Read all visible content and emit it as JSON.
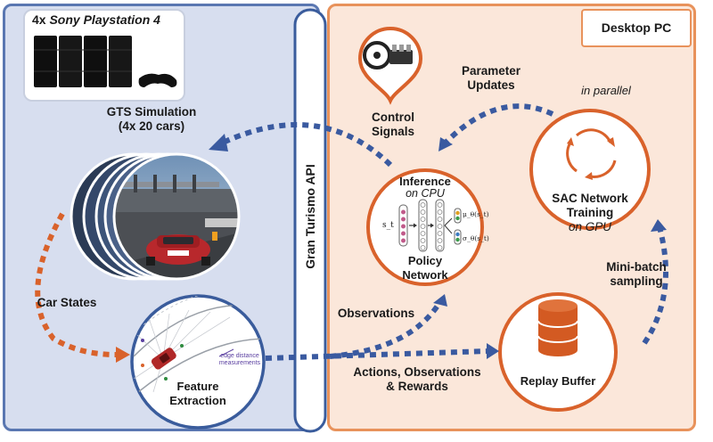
{
  "left_panel": {
    "ps_title_prefix": "4x ",
    "ps_title_italic": "Sony Playstation 4",
    "gts_line1": "GTS Simulation",
    "gts_line2": "(4x 20 cars)",
    "car_states": "Car States",
    "feature_line1": "Feature",
    "feature_line2": "Extraction",
    "edge_line1": "edge distance",
    "edge_line2": "measurements"
  },
  "api": {
    "label": "Gran Turismo API"
  },
  "right_panel": {
    "desktop_label": "Desktop PC",
    "control_line1": "Control",
    "control_line2": "Signals",
    "param_line1": "Parameter",
    "param_line2": "Updates",
    "in_parallel": "in parallel",
    "inference_title": "Inference",
    "inference_sub": "on CPU",
    "policy_line1": "Policy",
    "policy_line2": "Network",
    "sac_line1": "SAC Network",
    "sac_line2": "Training",
    "sac_line3": "on GPU",
    "minibatch_line1": "Mini-batch",
    "minibatch_line2": "sampling",
    "observations": "Observations",
    "actions_line1": "Actions, Observations",
    "actions_line2": "& Rewards",
    "replay": "Replay Buffer",
    "nn_input": "s_t",
    "nn_mu": "μ_θ(s_t)",
    "nn_sigma": "σ_θ(s_t)"
  },
  "colors": {
    "blue_panel": "#d7deef",
    "blue_border": "#5a77b1",
    "blue_arrow": "#3a5aa0",
    "orange_panel": "#fbe7da",
    "orange_border": "#e8925b",
    "orange_circle": "#d9622b",
    "replay_fill": "#d35a22"
  }
}
